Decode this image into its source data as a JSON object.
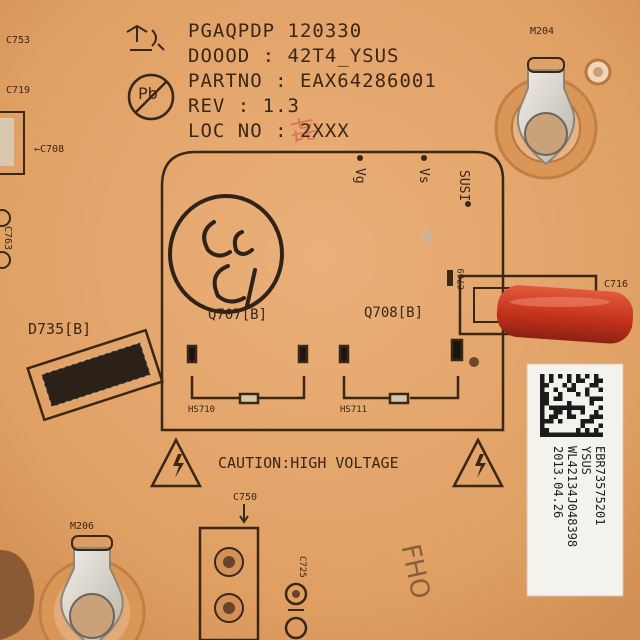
{
  "board": {
    "header": {
      "line1": "PGAQPDP 120330",
      "line2": "DOOOD : 42T4_YSUS",
      "line3": "PARTNO : EAX64286001",
      "line4": "REV : 1.3",
      "line5": "LOC NO : 2XXX",
      "pb_free_mark": "Pb"
    },
    "refs": {
      "c753": "C753",
      "c719": "C719",
      "c708": "←C708",
      "c763": "C763",
      "m204": "M204",
      "m206": "M206",
      "c716": "C716",
      "c769": "C769",
      "c750": "C750",
      "c725": "C725",
      "d735": "D735[B]",
      "q707": "Q707[B]",
      "q708": "Q708[B]",
      "hs710": "HS710",
      "hs711": "HS711",
      "vg": "Vg",
      "vs": "Vs",
      "susi": "SUSI",
      "fho": "FHO"
    },
    "caution": "CAUTION:HIGH VOLTAGE",
    "sticker": {
      "line1": "EBR73575201",
      "line2": "YSUS",
      "line3": "WL42134J048398",
      "line4": "2013.04.26"
    },
    "colors": {
      "pcb": "#e3a46a",
      "silkscreen": "#3a2716",
      "capacitor": "#c8361f",
      "sticker": "#f4f2ec"
    }
  }
}
